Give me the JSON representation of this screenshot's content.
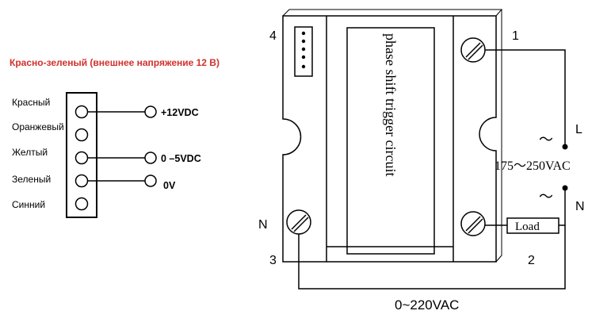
{
  "connector": {
    "title": "Красно-зеленый (внешнее напряжение 12 В)",
    "title_color": "#d0312d",
    "wires": [
      "Красный",
      "Оранжевый",
      "Желтый",
      "Зеленый",
      "Синний"
    ],
    "signals": [
      "+12VDC",
      "0 –5VDC",
      "0V"
    ]
  },
  "module": {
    "trigger_label": "phase shift trigger circuit",
    "terminals": [
      "1",
      "2",
      "3",
      "4"
    ]
  },
  "mains": {
    "live": "L",
    "neutral": "N",
    "range": "175～250VAC",
    "tilde": "～",
    "load": "Load",
    "n_left": "N",
    "output": "0~220VAC"
  }
}
